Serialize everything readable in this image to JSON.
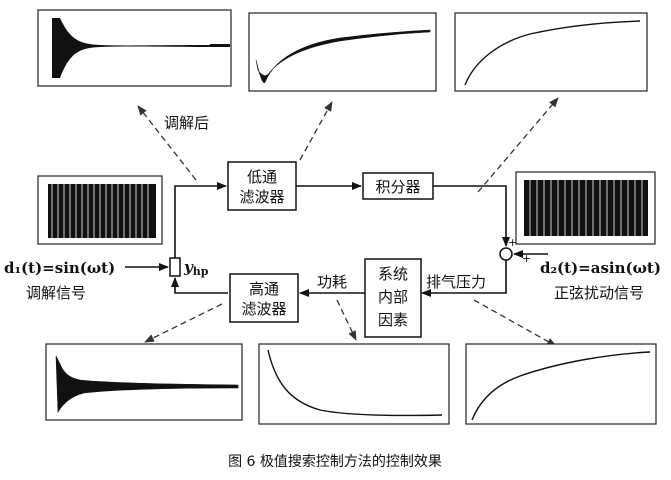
{
  "blocks": {
    "lowpass": [
      "低通",
      "滤波器"
    ],
    "integrator": "积分器",
    "highpass": [
      "高通",
      "滤波器"
    ],
    "system": [
      "系统",
      "内部",
      "因素"
    ]
  },
  "labels": {
    "demodulated": "调解后",
    "yhp_main": "y",
    "yhp_sub": "hp",
    "d1_formula": "d₁(t)=sin(ωt)",
    "d1_name": "调解信号",
    "d2_formula": "d₂(t)=asin(ωt)",
    "d2_name": "正弦扰动信号",
    "power": "功耗",
    "pressure": "排气压力",
    "plus_top": "+",
    "plus_right": "+"
  },
  "caption": "图 6  极值搜索控制方法的控制效果",
  "colors": {
    "ink": "#111111",
    "background": "#ffffff"
  }
}
